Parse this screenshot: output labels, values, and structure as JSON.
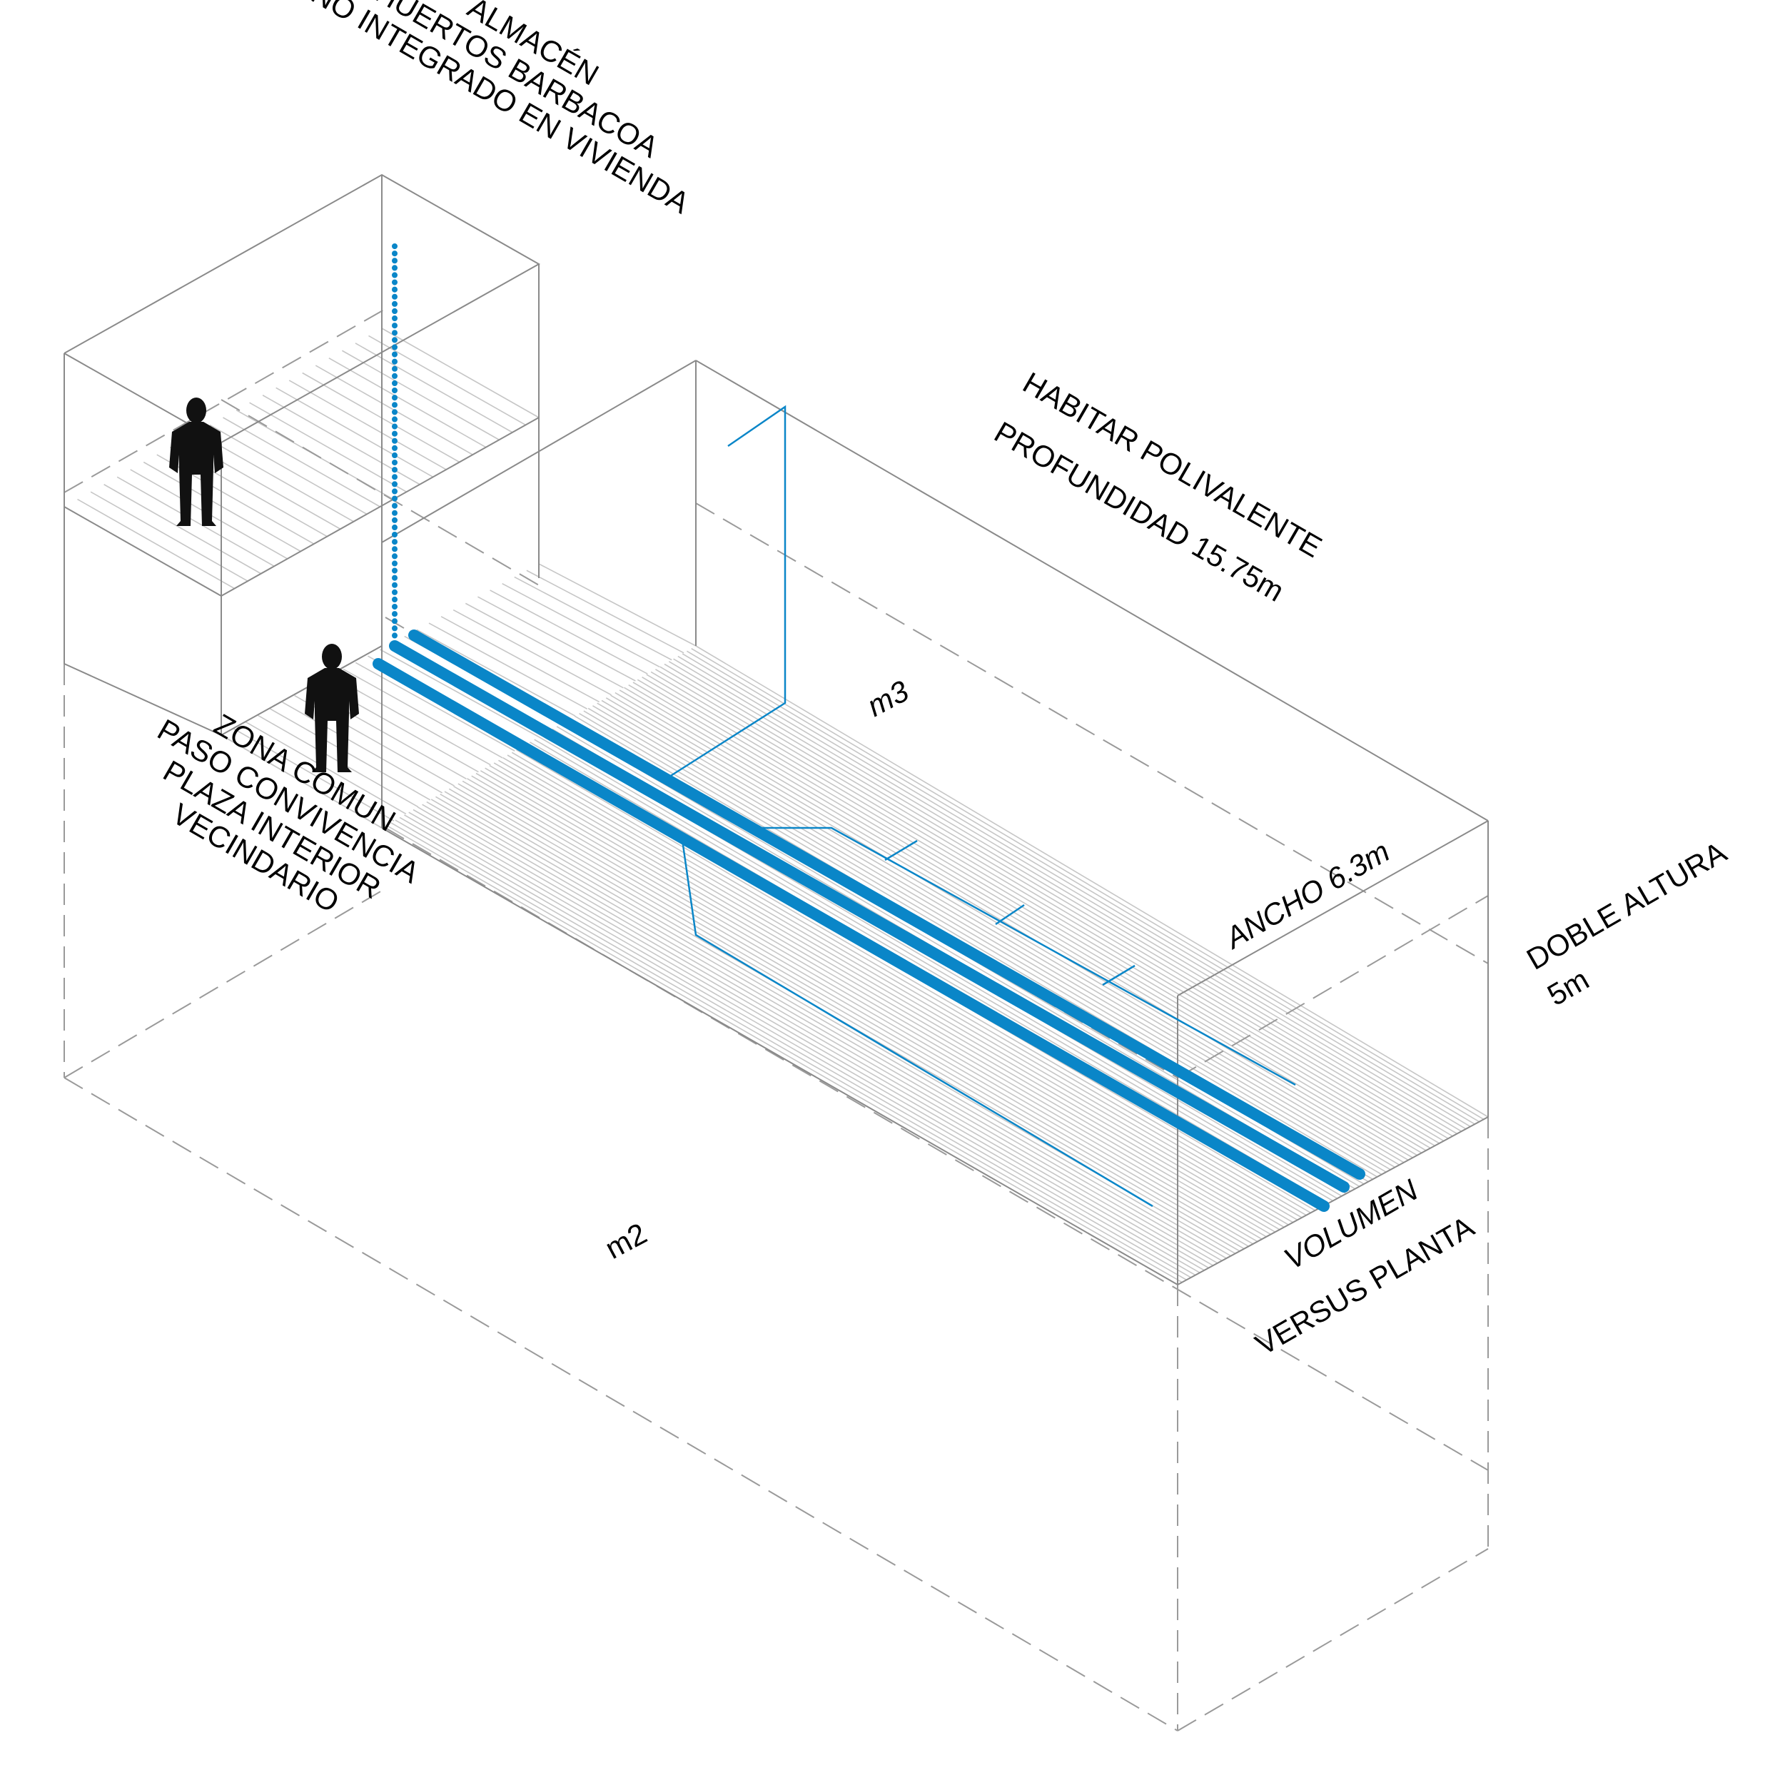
{
  "colors": {
    "line": "#8a8a8a",
    "dash": "#9a9a9a",
    "hatch": "#c6c6c6",
    "accent": "#0a86c8",
    "figure": "#111111"
  },
  "labels": {
    "almacen": [
      "ALMACÉN",
      "HUERTOS BARBACOA",
      "NO INTEGRADO EN VIVIENDA"
    ],
    "habitar": [
      "HABITAR POLIVALENTE",
      "PROFUNDIDAD 15.75m"
    ],
    "zona": [
      "ZONA COMUN",
      "PASO CONVIVENCIA",
      "PLAZA INTERIOR",
      "VECINDARIO"
    ],
    "m3": "m3",
    "m2": "m2",
    "ancho": "ANCHO  6.3m",
    "doble": [
      "DOBLE ALTURA",
      "5m"
    ],
    "volumen": "VOLUMEN",
    "versus": "VERSUS PLANTA"
  },
  "icons": [
    "person-silhouette-upper",
    "person-silhouette-lower"
  ]
}
